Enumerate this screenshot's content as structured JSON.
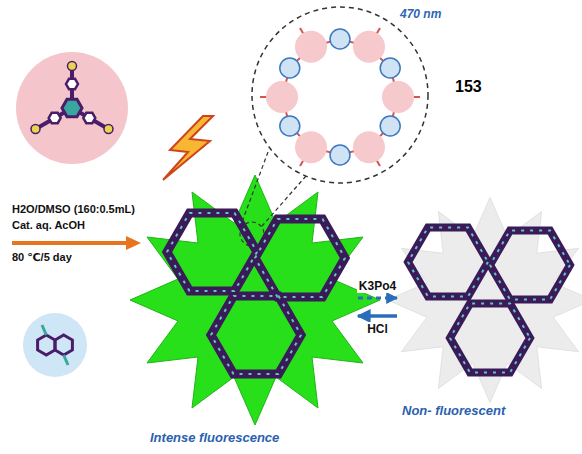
{
  "diagram": {
    "nodes": [
      {
        "text": [
          "Intense fluorescence"
        ]
      },
      {
        "text": [
          "Non- fluorescent"
        ]
      }
    ],
    "edges": [
      {
        "from": 0,
        "to": 1,
        "label": "K3Po4",
        "arrow": "to"
      },
      {
        "from": 1,
        "to": 0,
        "label": "HCl",
        "arrow": "to"
      }
    ],
    "labels": [
      "470 nm",
      "153",
      "H2O/DMSO (160:0.5mL)",
      "Cat. aq. AcOH",
      "80 ℃/5 day"
    ]
  }
}
